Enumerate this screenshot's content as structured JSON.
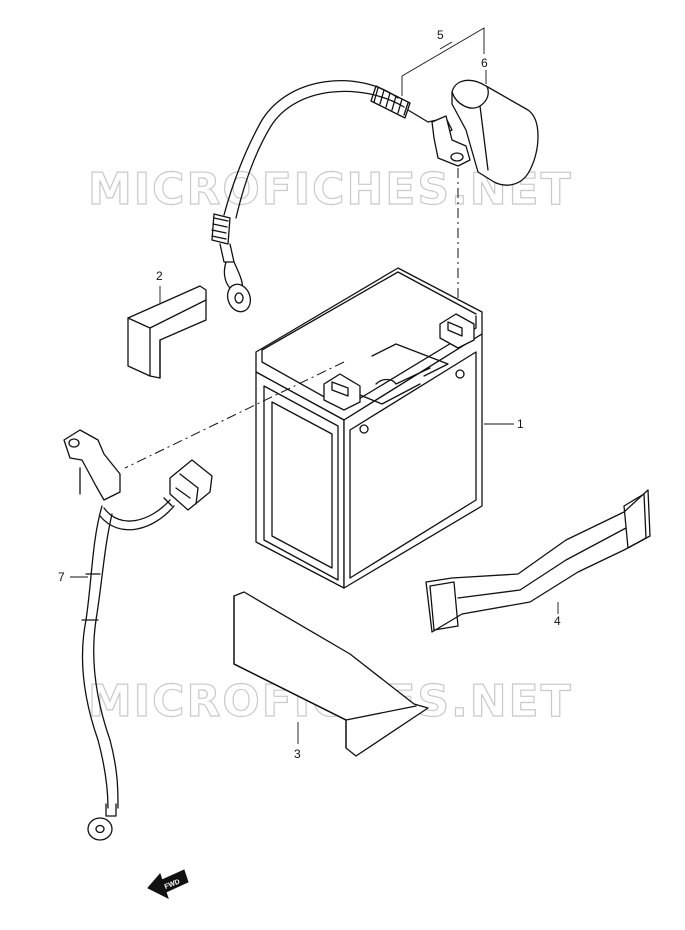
{
  "watermark": "MICROFICHES.NET",
  "callouts": {
    "p1": "1",
    "p2": "2",
    "p3": "3",
    "p4": "4",
    "p5": "5",
    "p6": "6",
    "p7": "7"
  },
  "fwd_label": "FWD"
}
